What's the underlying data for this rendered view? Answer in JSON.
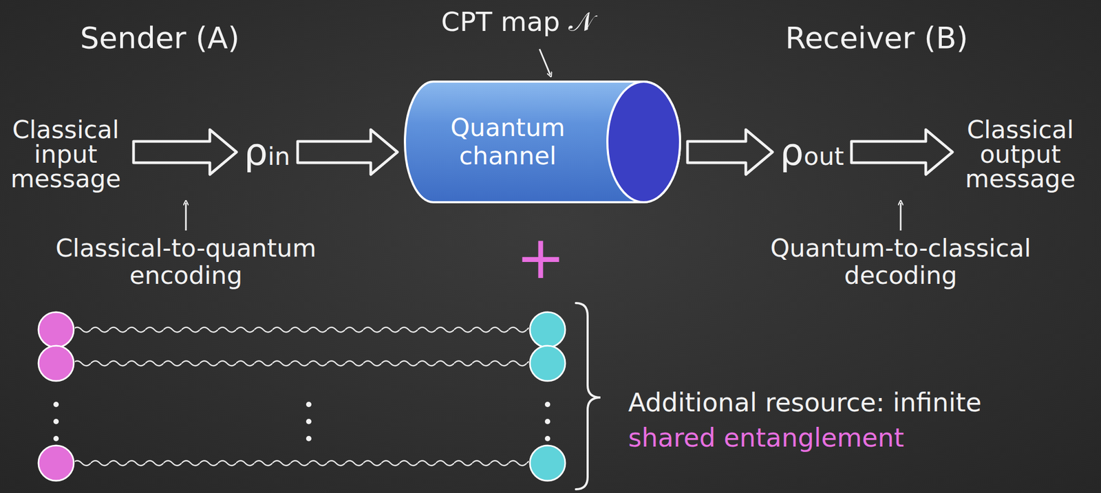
{
  "diagram": {
    "nodes": [
      {
        "text": [
          "Classical input message"
        ]
      },
      {
        "text": [
          "ρin"
        ]
      },
      {
        "text": [
          "Quantum channel"
        ]
      },
      {
        "text": [
          "ρout"
        ]
      },
      {
        "text": [
          "Classical output message"
        ]
      }
    ],
    "edges": [
      {
        "from": 0,
        "to": 1,
        "arrow": "to"
      },
      {
        "from": 1,
        "to": 2,
        "arrow": "to"
      },
      {
        "from": 2,
        "to": 3,
        "arrow": "to"
      },
      {
        "from": 3,
        "to": 4,
        "arrow": "to"
      }
    ],
    "labels": [
      "Sender (A)",
      "CPT map 𝒩",
      "Receiver (B)",
      "Classical-to-quantum encoding",
      "+",
      "Quantum-to-classical decoding",
      "Additional resource: infinite",
      "shared entanglement"
    ]
  }
}
